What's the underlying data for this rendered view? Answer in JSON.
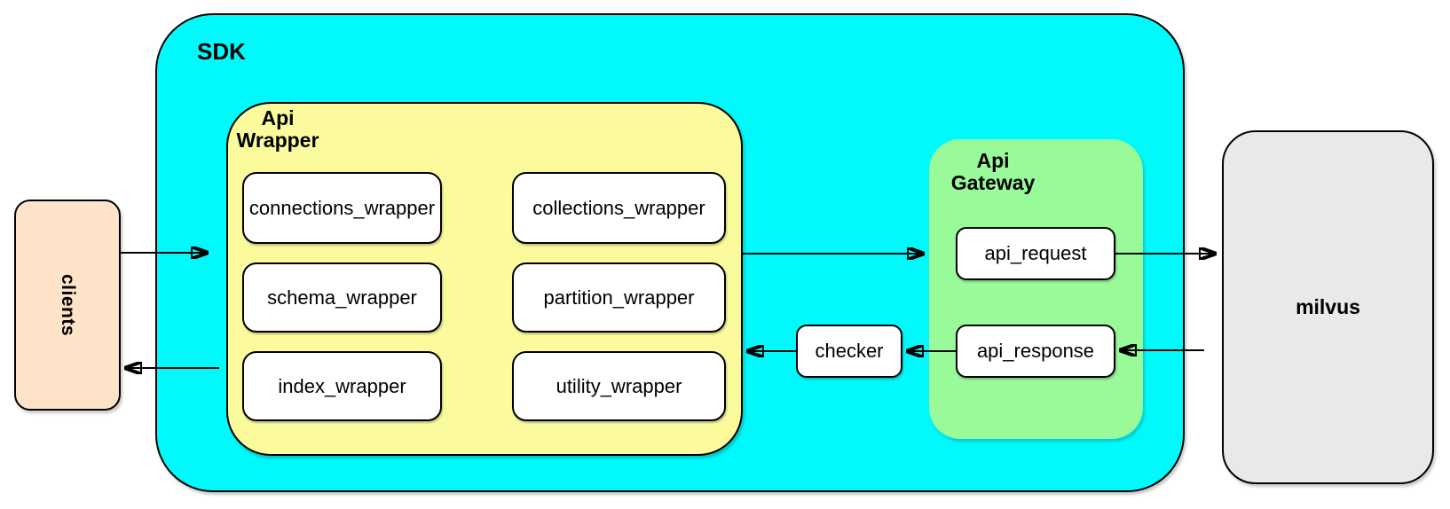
{
  "diagram": {
    "nodes": {
      "clients": {
        "label": "clients",
        "fill": "#FFE3C9"
      },
      "sdk": {
        "label": "SDK",
        "fill": "#00FAFC"
      },
      "api_wrapper": {
        "label_line1": "Api",
        "label_line2": "Wrapper",
        "fill": "#FBFB9E",
        "boxes": [
          {
            "label": "connections_wrapper"
          },
          {
            "label": "collections_wrapper"
          },
          {
            "label": "schema_wrapper"
          },
          {
            "label": "partition_wrapper"
          },
          {
            "label": "index_wrapper"
          },
          {
            "label": "utility_wrapper"
          }
        ]
      },
      "checker": {
        "label": "checker",
        "fill": "#FFFFFF"
      },
      "api_gateway": {
        "label_line1": "Api",
        "label_line2": "Gateway",
        "fill": "#99FA99",
        "boxes": [
          {
            "label": "api_request"
          },
          {
            "label": "api_response"
          }
        ]
      },
      "milvus": {
        "label": "milvus",
        "fill": "#E9E9E9"
      }
    },
    "edges": [
      {
        "from": "clients",
        "to": "sdk"
      },
      {
        "from": "api_wrapper",
        "to": "api_gateway"
      },
      {
        "from": "api_request",
        "to": "milvus"
      },
      {
        "from": "milvus",
        "to": "api_response"
      },
      {
        "from": "api_response",
        "to": "checker"
      },
      {
        "from": "checker",
        "to": "api_wrapper"
      },
      {
        "from": "sdk",
        "to": "clients"
      }
    ],
    "border_color": "#000000",
    "background": "#FFFFFF"
  }
}
